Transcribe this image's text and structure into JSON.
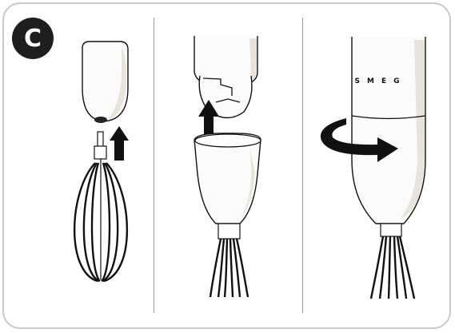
{
  "step_label": "C",
  "brand_text": "SMEG",
  "colors": {
    "frame_border": "#c9c9c9",
    "badge_bg": "#1e1e1e",
    "line": "#111111",
    "body_fill": "#fbfbfa",
    "body_shade": "#e8e4dc",
    "arrow_fill": "#111111"
  },
  "panels": [
    {
      "name": "panel-1",
      "icons": [
        "motor-body-icon",
        "whisk-attachment-icon",
        "insert-up-arrow-icon"
      ]
    },
    {
      "name": "panel-2",
      "icons": [
        "motor-body-icon",
        "whisk-adapter-icon",
        "insert-up-arrow-icon"
      ]
    },
    {
      "name": "panel-3",
      "icons": [
        "assembled-blender-icon",
        "rotate-arrow-icon"
      ]
    }
  ]
}
